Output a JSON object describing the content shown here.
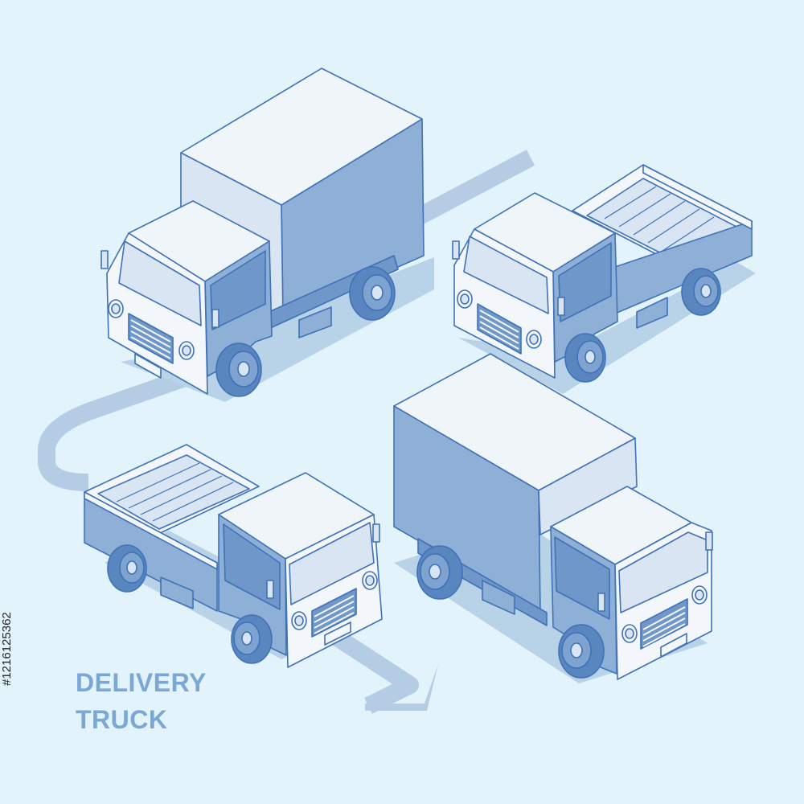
{
  "title": {
    "line1": "DELIVERY",
    "line2": "TRUCK"
  },
  "stock_id": "#1216125362",
  "colors": {
    "background": "#e3f3fb",
    "path": "#b5cde4",
    "outline": "#3f72b7",
    "light_face": "#f3f7fb",
    "pale_face": "#d9e5f2",
    "mid_face": "#8eafd6",
    "dark_face": "#6f97c9",
    "window": "#7fa3d0",
    "wheel": "#5a86c0",
    "shadow": "#b8d2e8",
    "text": "#7aa7d3"
  },
  "icons": [
    "box-truck-icon",
    "pickup-truck-icon",
    "pickup-truck-icon",
    "box-truck-icon",
    "route-arrow-icon"
  ],
  "scene": {
    "trucks": [
      {
        "name": "box-truck-top-left",
        "type": "box"
      },
      {
        "name": "pickup-truck-top-right",
        "type": "pickup"
      },
      {
        "name": "pickup-truck-bottom-left",
        "type": "pickup"
      },
      {
        "name": "box-truck-bottom-right",
        "type": "box"
      }
    ]
  }
}
